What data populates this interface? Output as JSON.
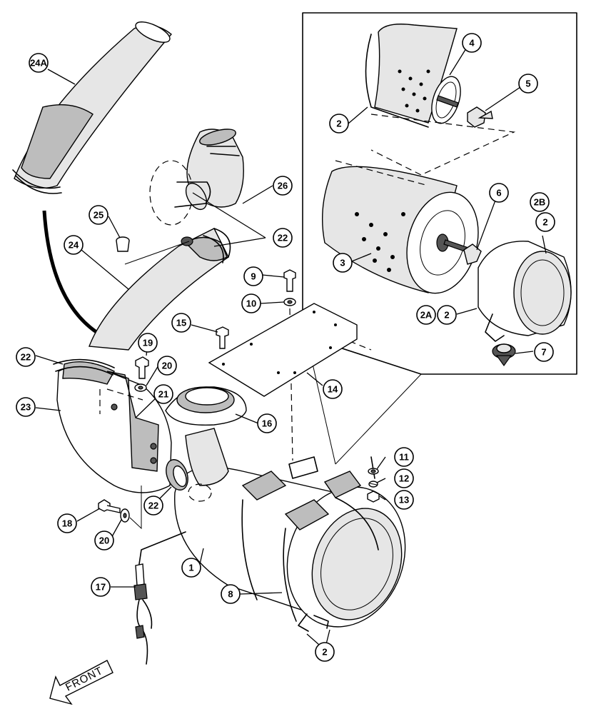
{
  "front_label": "FRONT",
  "callouts": {
    "c24A": "24A",
    "c24": "24",
    "c25": "25",
    "c26": "26",
    "c22a": "22",
    "c22b": "22",
    "c22c": "22",
    "c23": "23",
    "c19": "19",
    "c20a": "20",
    "c20b": "20",
    "c21": "21",
    "c15": "15",
    "c9": "9",
    "c10": "10",
    "c14": "14",
    "c16": "16",
    "c18": "18",
    "c17": "17",
    "c1": "1",
    "c8": "8",
    "c2bottom": "2",
    "c11": "11",
    "c12": "12",
    "c13": "13",
    "c4": "4",
    "c5": "5",
    "c2top": "2",
    "c6": "6",
    "c3": "3",
    "c2B": "2B",
    "c2right": "2",
    "c2A": "2A",
    "c2a2": "2",
    "c7": "7"
  },
  "colors": {
    "ink": "#000000",
    "shade": "#bdbdbd",
    "paper": "#ffffff"
  }
}
